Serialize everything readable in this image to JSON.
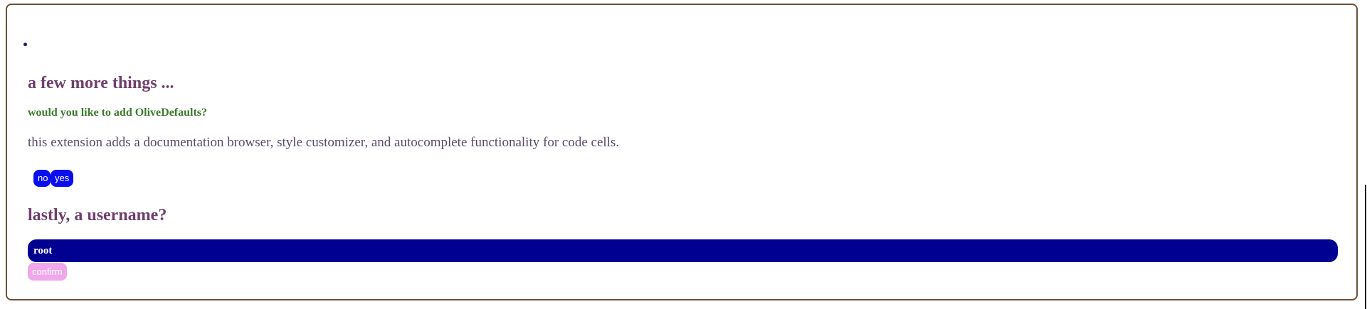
{
  "setup": {
    "more_heading": "a few more things ...",
    "extension_question": "would you like to add OliveDefaults?",
    "extension_description": "this extension adds a documentation browser, style customizer, and autocomplete functionality for code cells.",
    "no_label": "no",
    "yes_label": "yes",
    "username_heading": "lastly, a username?",
    "username_value": "root",
    "confirm_label": "confirm"
  },
  "colors": {
    "border": "#6b5038",
    "heading": "#6f3e6e",
    "subheading": "#3f7a30",
    "description": "#5a4a6e",
    "choice_button": "#0a0ff0",
    "username_field": "#000091",
    "confirm_button": "#f0a8ea"
  }
}
